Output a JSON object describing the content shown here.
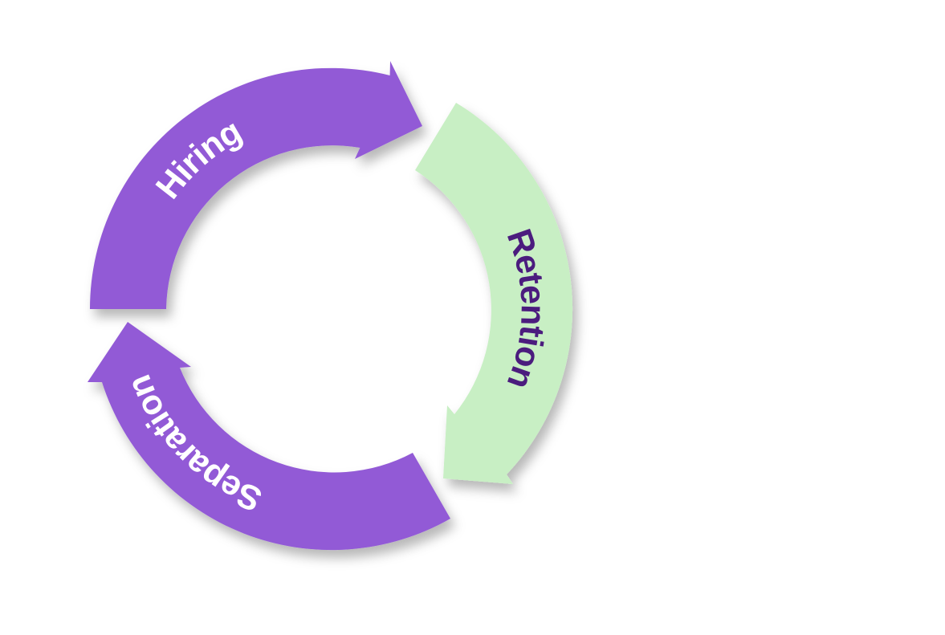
{
  "diagram": {
    "type": "cycle",
    "stages": [
      {
        "id": "hiring",
        "label": "Hiring",
        "fill": "#925AD6",
        "text_color": "#FFFFFF"
      },
      {
        "id": "retention",
        "label": "Retention",
        "fill": "#C8EFC4",
        "text_color": "#4B1C7E"
      },
      {
        "id": "separation",
        "label": "Separation",
        "fill": "#925AD6",
        "text_color": "#FFFFFF"
      }
    ]
  }
}
